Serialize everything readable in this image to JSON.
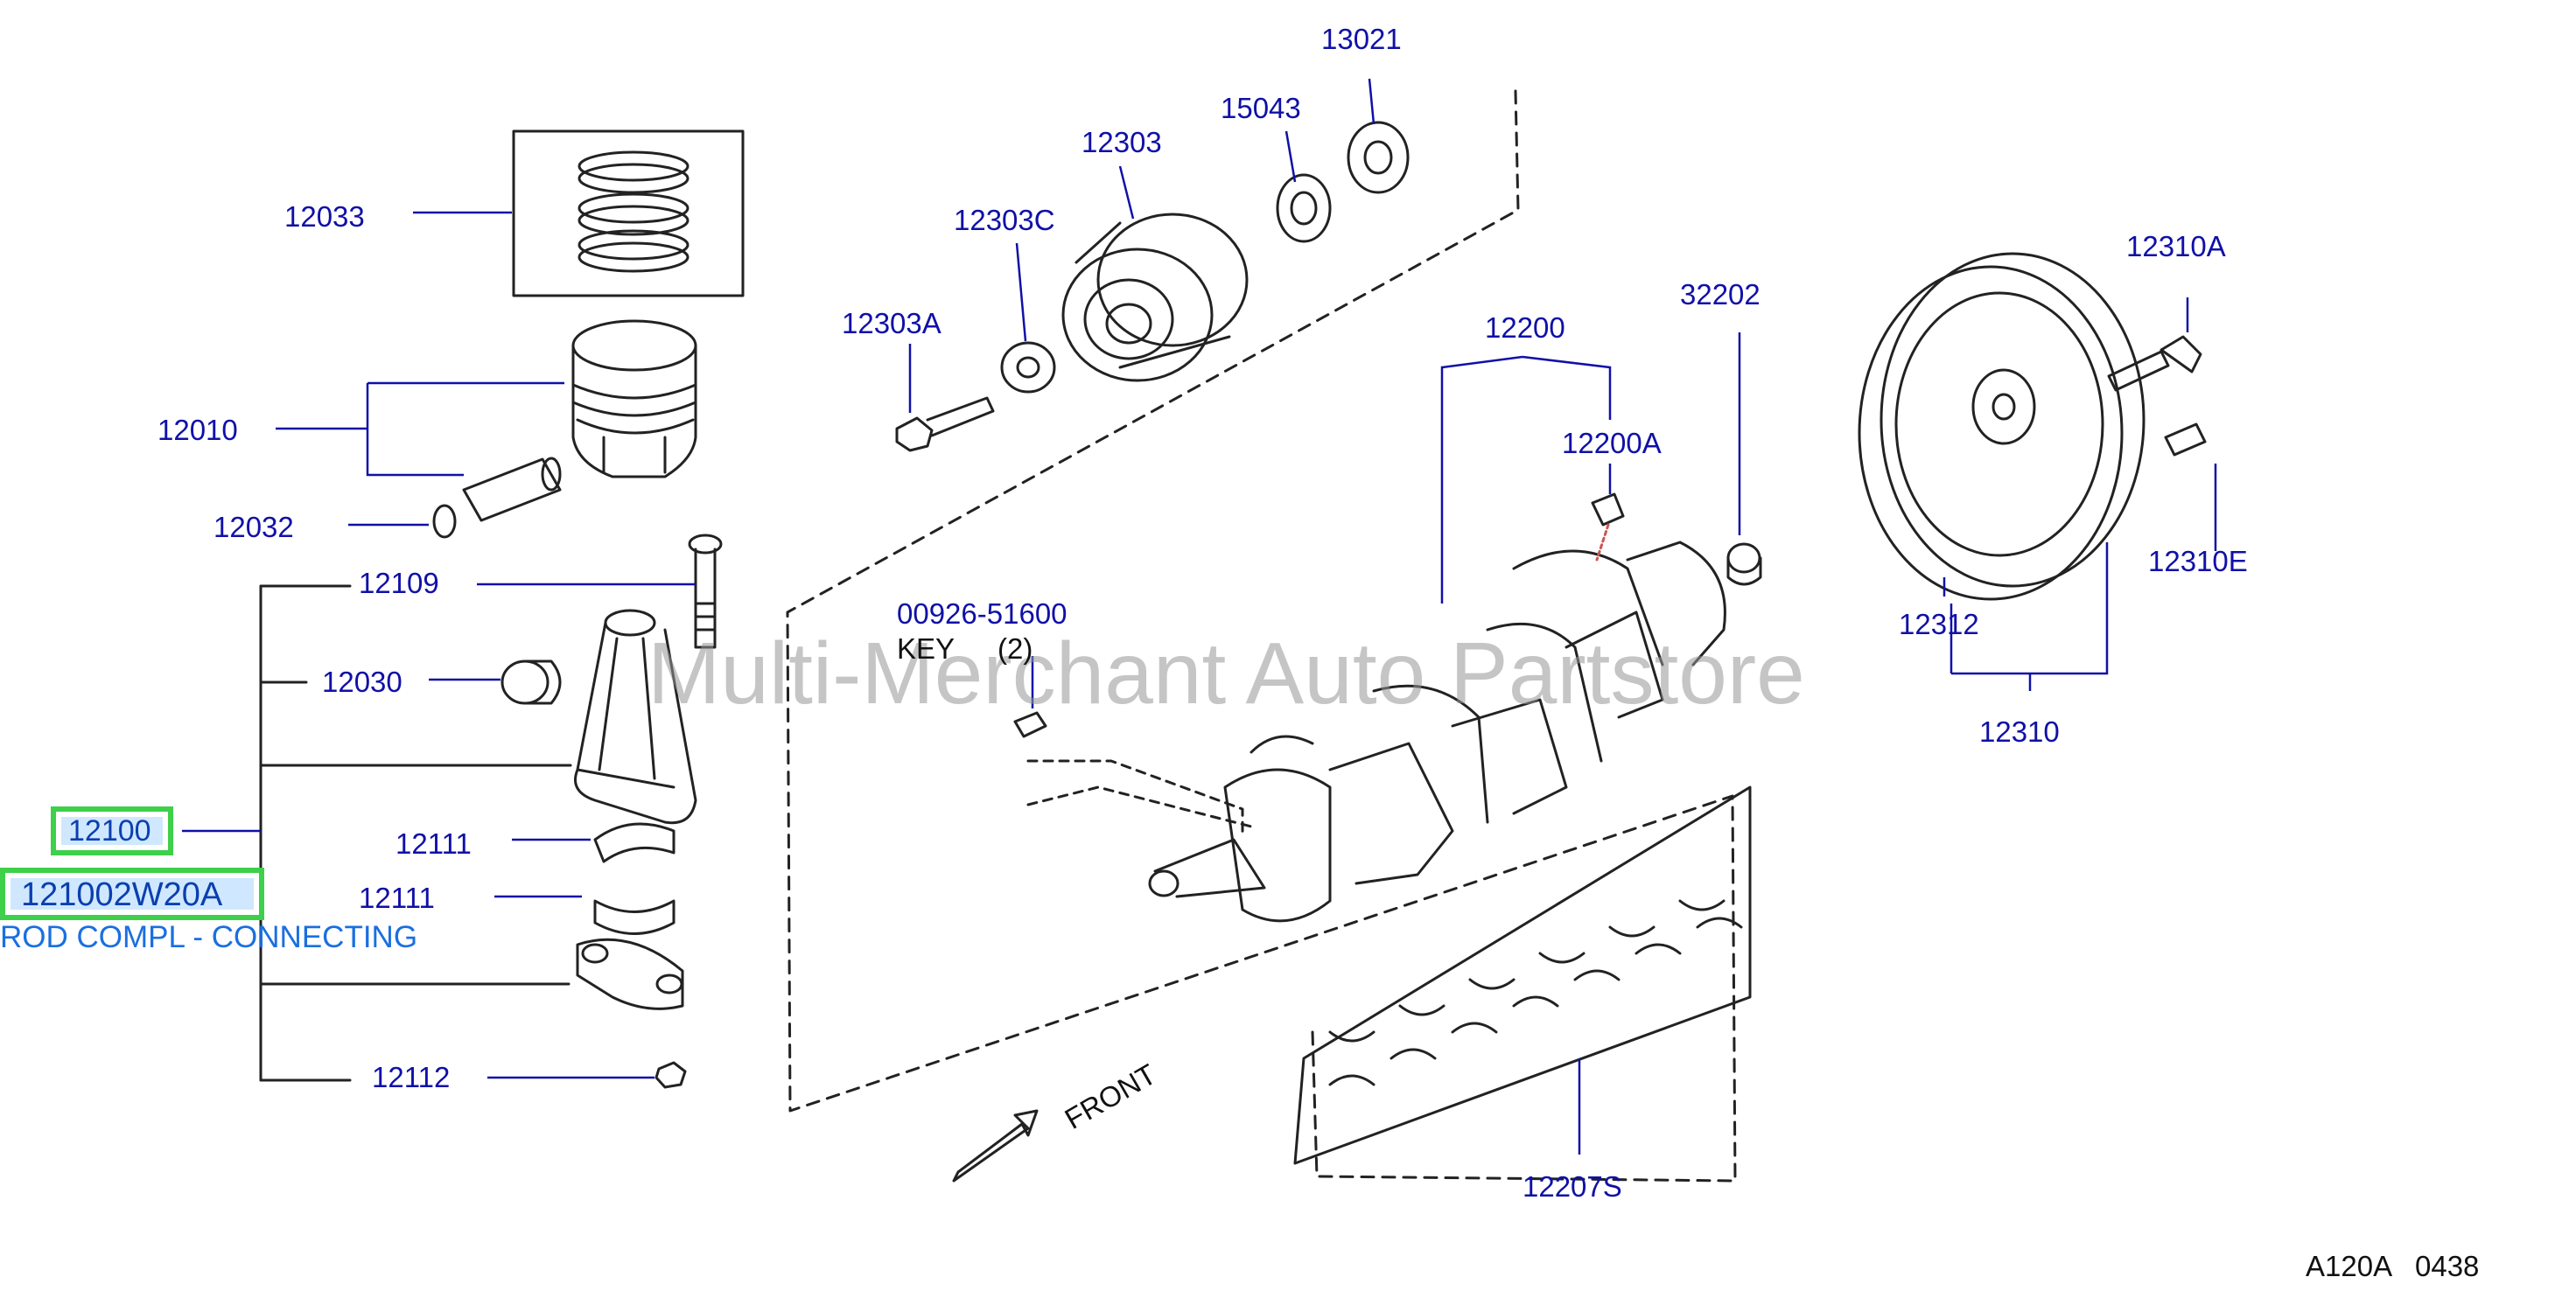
{
  "watermark": "Multi-Merchant Auto Partstore",
  "highlight": {
    "part_number": "12100",
    "catalog_number": "121002W20A",
    "description": "ROD COMPL - CONNECTING"
  },
  "callouts": {
    "p13021": "13021",
    "p15043": "15043",
    "p12303": "12303",
    "p12303c": "12303C",
    "p12303a": "12303A",
    "p12033": "12033",
    "p12010": "12010",
    "p12032": "12032",
    "p12109": "12109",
    "p12030": "12030",
    "p12111a": "12111",
    "p12111b": "12111",
    "p12112": "12112",
    "p12200": "12200",
    "p12200a": "12200A",
    "p32202": "32202",
    "p12310a": "12310A",
    "p12310e": "12310E",
    "p12312": "12312",
    "p12310": "12310",
    "p12207s": "12207S",
    "p00926": "00926-51600"
  },
  "key_label": "KEY",
  "key_qty": "(2)",
  "front_label": "FRONT",
  "diagram_code": "A120A",
  "diagram_seq": "0438"
}
